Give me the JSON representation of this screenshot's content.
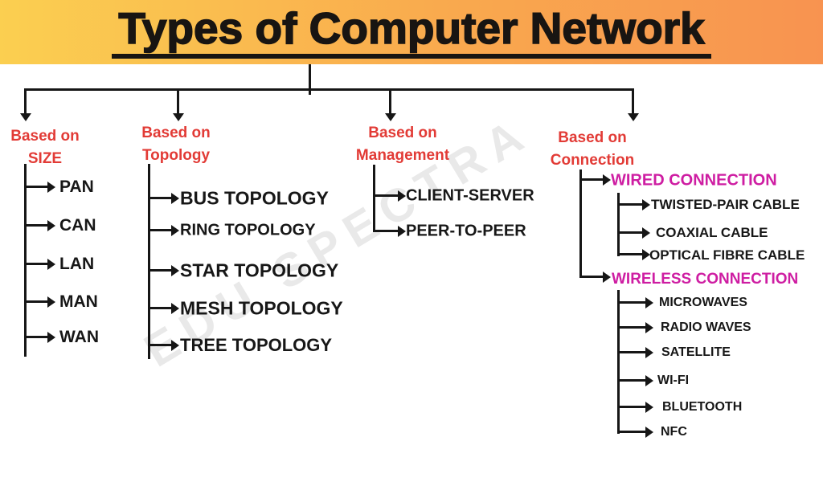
{
  "title": "Types of Computer Network",
  "watermark": "EDU SPECTRA",
  "colors": {
    "banner_gradient_left": "#fbcf50",
    "banner_gradient_right": "#f89350",
    "branch_label_red": "#e23b36",
    "connection_heading_magenta": "#ce1da2",
    "line_black": "#161616",
    "watermark_gray": "#e9e9e9"
  },
  "branches": {
    "size": {
      "label": "Based on\nSIZE",
      "items": [
        "PAN",
        "CAN",
        "LAN",
        "MAN",
        "WAN"
      ]
    },
    "topology": {
      "label": "Based on\nTopology",
      "items": [
        "BUS TOPOLOGY",
        "RING TOPOLOGY",
        "STAR TOPOLOGY",
        "MESH TOPOLOGY",
        "TREE TOPOLOGY"
      ]
    },
    "management": {
      "label": "Based on\nManagement",
      "items": [
        "CLIENT-SERVER",
        "PEER-TO-PEER"
      ]
    },
    "connection": {
      "label": "Based on\nConnection",
      "wired": {
        "label": "WIRED CONNECTION",
        "items": [
          "TWISTED-PAIR CABLE",
          "COAXIAL CABLE",
          "OPTICAL FIBRE CABLE"
        ]
      },
      "wireless": {
        "label": "WIRELESS CONNECTION",
        "items": [
          "MICROWAVES",
          "RADIO WAVES",
          "SATELLITE",
          "WI-FI",
          "BLUETOOTH",
          "NFC"
        ]
      }
    }
  }
}
